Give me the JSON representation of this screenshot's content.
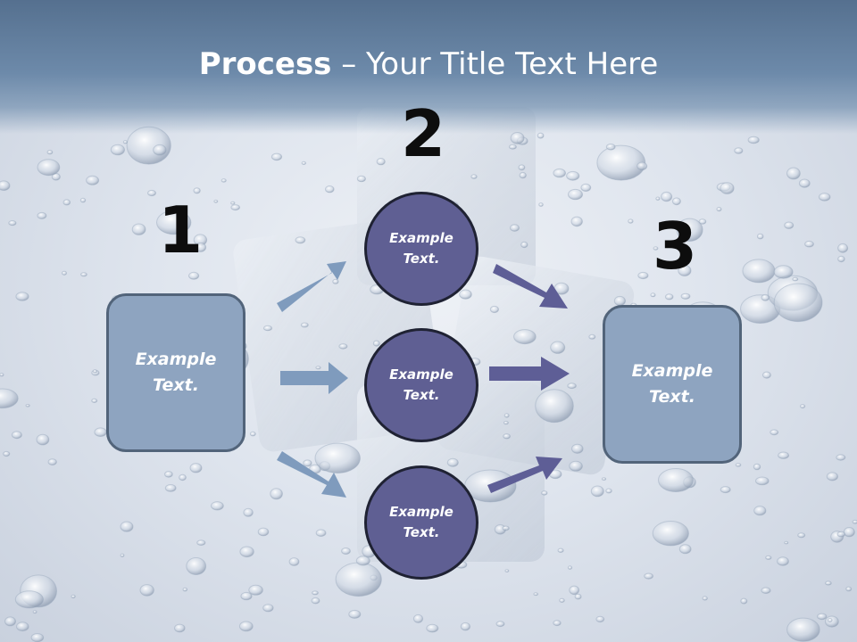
{
  "slide": {
    "title_bold": "Process",
    "title_rest": " – Your Title Text Here",
    "steps": [
      "1",
      "2",
      "3"
    ],
    "left_box": "Example\nText.",
    "circles": [
      "Example\nText.",
      "Example\nText.",
      "Example\nText."
    ],
    "right_box": "Example\nText."
  },
  "colors": {
    "title_bar": "#6d8aaa",
    "box_fill": "#8ea4c0",
    "circle_fill": "#5f5f93",
    "left_arrows": "#7f9bbd",
    "right_arrows": "#5e5e96"
  }
}
